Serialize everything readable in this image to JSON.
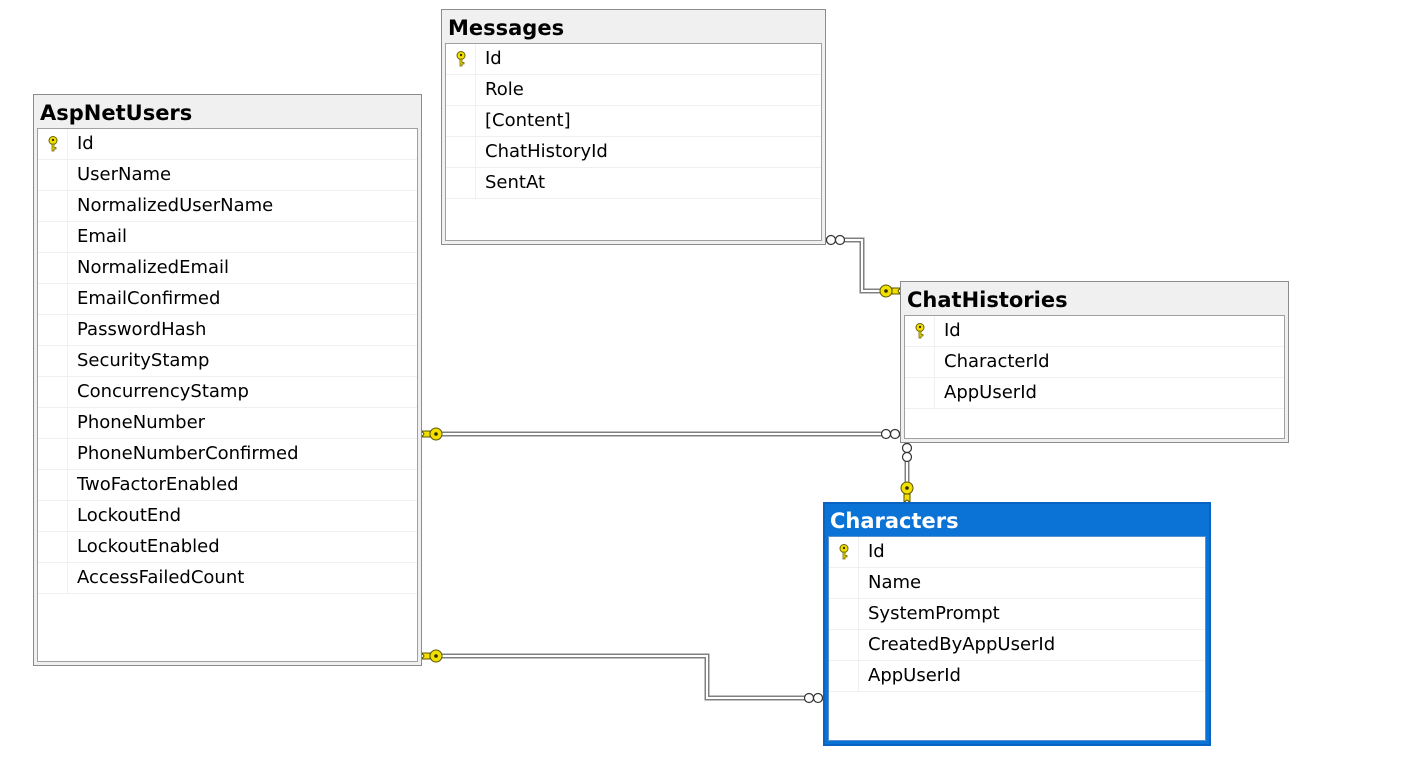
{
  "diagram": {
    "tables": [
      {
        "id": "Messages",
        "title": "Messages",
        "selected": false,
        "columns": [
          {
            "name": "Id",
            "key": true
          },
          {
            "name": "Role",
            "key": false
          },
          {
            "name": "[Content]",
            "key": false
          },
          {
            "name": "ChatHistoryId",
            "key": false
          },
          {
            "name": "SentAt",
            "key": false
          }
        ]
      },
      {
        "id": "AspNetUsers",
        "title": "AspNetUsers",
        "selected": false,
        "columns": [
          {
            "name": "Id",
            "key": true
          },
          {
            "name": "UserName",
            "key": false
          },
          {
            "name": "NormalizedUserName",
            "key": false
          },
          {
            "name": "Email",
            "key": false
          },
          {
            "name": "NormalizedEmail",
            "key": false
          },
          {
            "name": "EmailConfirmed",
            "key": false
          },
          {
            "name": "PasswordHash",
            "key": false
          },
          {
            "name": "SecurityStamp",
            "key": false
          },
          {
            "name": "ConcurrencyStamp",
            "key": false
          },
          {
            "name": "PhoneNumber",
            "key": false
          },
          {
            "name": "PhoneNumberConfirmed",
            "key": false
          },
          {
            "name": "TwoFactorEnabled",
            "key": false
          },
          {
            "name": "LockoutEnd",
            "key": false
          },
          {
            "name": "LockoutEnabled",
            "key": false
          },
          {
            "name": "AccessFailedCount",
            "key": false
          }
        ]
      },
      {
        "id": "ChatHistories",
        "title": "ChatHistories",
        "selected": false,
        "columns": [
          {
            "name": "Id",
            "key": true
          },
          {
            "name": "CharacterId",
            "key": false
          },
          {
            "name": "AppUserId",
            "key": false
          }
        ]
      },
      {
        "id": "Characters",
        "title": "Characters",
        "selected": true,
        "columns": [
          {
            "name": "Id",
            "key": true
          },
          {
            "name": "Name",
            "key": false
          },
          {
            "name": "SystemPrompt",
            "key": false
          },
          {
            "name": "CreatedByAppUserId",
            "key": false
          },
          {
            "name": "AppUserId",
            "key": false
          }
        ]
      }
    ],
    "relationships": [
      {
        "one": "ChatHistories",
        "many": "Messages"
      },
      {
        "one": "AspNetUsers",
        "many": "ChatHistories"
      },
      {
        "one": "Characters",
        "many": "ChatHistories"
      },
      {
        "one": "AspNetUsers",
        "many": "Characters"
      }
    ],
    "colors": {
      "selected_header": "#0b72d6",
      "table_header": "#f0f0f0",
      "key_icon": "#f2e000",
      "connector": "#808080"
    }
  }
}
